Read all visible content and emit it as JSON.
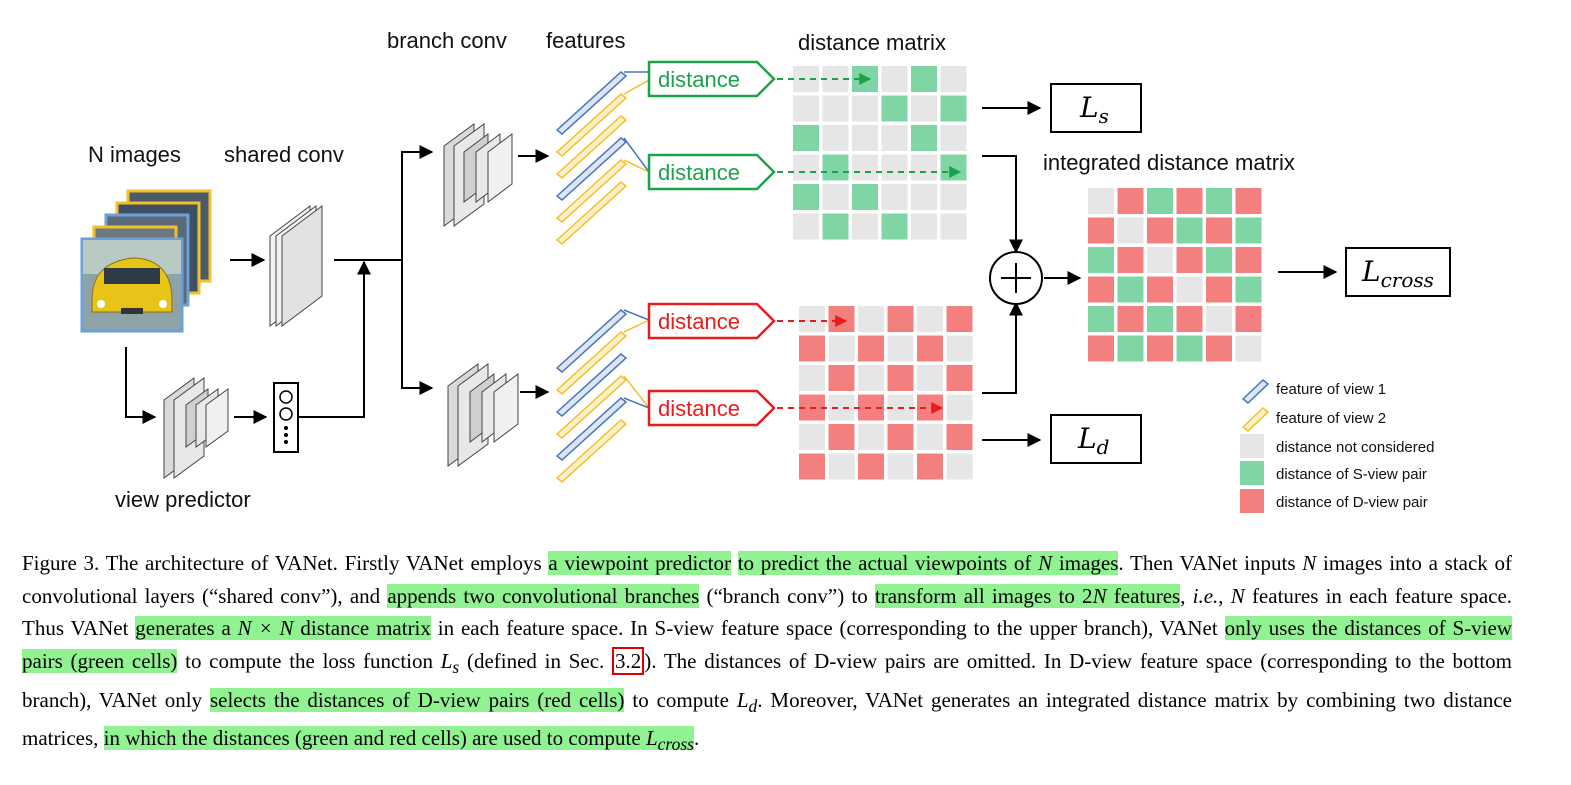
{
  "figure": {
    "labels": {
      "n_images": "N images",
      "shared_conv": "shared conv",
      "branch_conv": "branch conv",
      "features": "features",
      "distance_matrix": "distance matrix",
      "integrated_distance_matrix": "integrated distance matrix",
      "view_predictor": "view predictor",
      "distance": "distance"
    },
    "losses": {
      "ls": {
        "base": "L",
        "sub": "s"
      },
      "ld": {
        "base": "L",
        "sub": "d"
      },
      "lcross": {
        "base": "L",
        "sub": "cross"
      }
    },
    "legend": [
      {
        "icon": "feature-view1-icon",
        "label": "feature of view 1"
      },
      {
        "icon": "feature-view2-icon",
        "label": "feature of view 2"
      },
      {
        "color": "#e6e6e6",
        "label": "distance not considered"
      },
      {
        "color": "#7fd6a4",
        "label": "distance of S-view pair"
      },
      {
        "color": "#f47f7f",
        "label": "distance of D-view pair"
      }
    ],
    "colors": {
      "green": "#7fd6a4",
      "red": "#f47f7f",
      "gray": "#e6e6e6",
      "view1": "#4a74b8",
      "view2": "#f2c02a",
      "distance_green": "#1aa34a",
      "distance_red": "#e81c1c"
    },
    "matrices": {
      "s_view": [
        [
          0,
          0,
          1,
          0,
          1,
          0
        ],
        [
          0,
          0,
          0,
          1,
          0,
          1
        ],
        [
          1,
          0,
          0,
          0,
          1,
          0
        ],
        [
          0,
          1,
          0,
          0,
          0,
          1
        ],
        [
          1,
          0,
          1,
          0,
          0,
          0
        ],
        [
          0,
          1,
          0,
          1,
          0,
          0
        ]
      ],
      "d_view": [
        [
          0,
          1,
          0,
          1,
          0,
          1
        ],
        [
          1,
          0,
          1,
          0,
          1,
          0
        ],
        [
          0,
          1,
          0,
          1,
          0,
          1
        ],
        [
          1,
          0,
          1,
          0,
          1,
          0
        ],
        [
          0,
          1,
          0,
          1,
          0,
          1
        ],
        [
          1,
          0,
          1,
          0,
          1,
          0
        ]
      ],
      "integrated": [
        [
          0,
          2,
          1,
          2,
          1,
          2
        ],
        [
          2,
          0,
          2,
          1,
          2,
          1
        ],
        [
          1,
          2,
          0,
          2,
          1,
          2
        ],
        [
          2,
          1,
          2,
          0,
          2,
          1
        ],
        [
          1,
          2,
          1,
          2,
          0,
          2
        ],
        [
          2,
          1,
          2,
          1,
          2,
          0
        ]
      ]
    }
  },
  "caption": {
    "s1": "Figure 3. The architecture of VANet. Firstly VANet employs ",
    "h1": "a viewpoint predictor",
    "s2": " ",
    "h2a": "to predict the actual viewpoints of ",
    "h2n": "N",
    "h2b": " images",
    "s3": ". Then VANet inputs ",
    "s3n": "N",
    "s3b": " images into a stack of convolutional layers (“shared conv”), and ",
    "h3": "appends two convolutional branches",
    "s4": " (“branch conv”) to ",
    "h4a": "transform all images to 2",
    "h4n": "N",
    "h4b": " features",
    "s5": ", ",
    "s5ie": "i.e.,",
    "s5b": " ",
    "s5n": "N",
    "s5c": " features in each feature space. Thus VANet ",
    "h5a": "generates a ",
    "h5n": "N × N",
    "h5b": " distance matrix",
    "s6": " in each feature space. In S-view feature space (corresponding to the upper branch), VANet ",
    "h6": "only uses the distances of S-view pairs (green cells)",
    "s7": " to compute the loss function ",
    "s7l": "L",
    "s7ls": "s",
    "s7b": " (defined in Sec. ",
    "ref": "3.2",
    "s7c": "). The distances of D-view pairs are omitted. In D-view feature space (corresponding to the bottom branch), VANet only ",
    "h7": "selects the distances of D-view pairs (red cells)",
    "s8": " to compute ",
    "s8l": "L",
    "s8ls": "d",
    "s8b": ". Moreover, VANet generates an integrated distance matrix by combining two distance matrices, ",
    "h8": "in which the distances (green and red cells) are used to compute ",
    "h8l": "L",
    "h8ls": "cross",
    "s9": "."
  }
}
